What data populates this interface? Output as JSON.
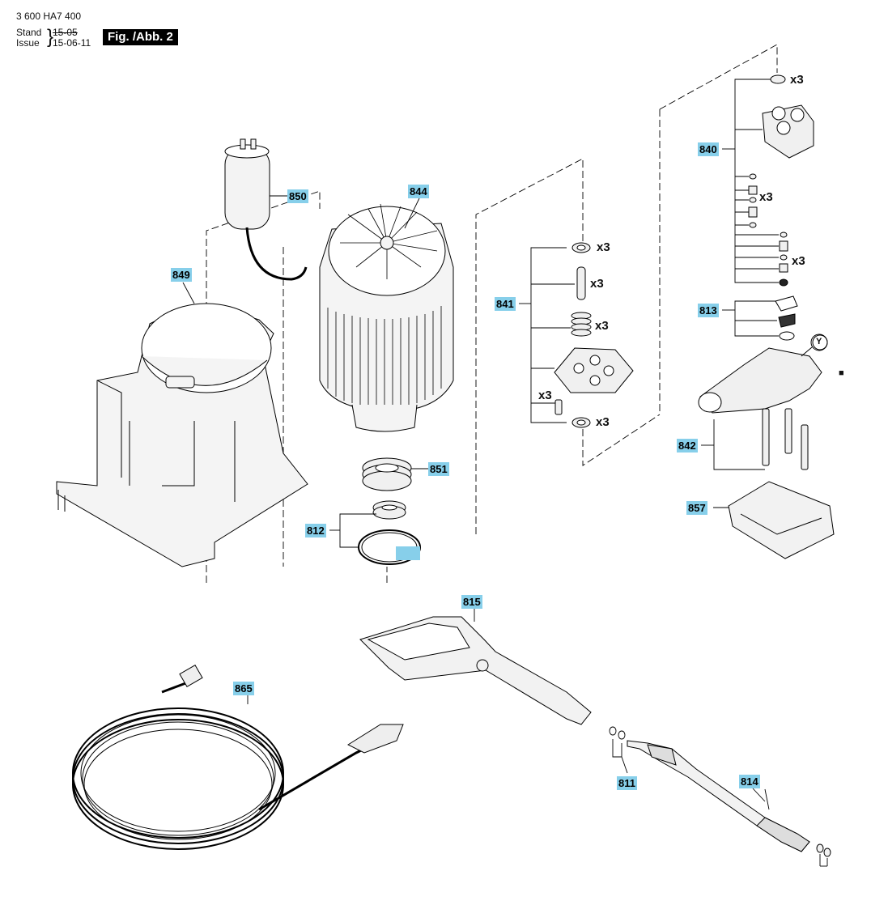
{
  "header": {
    "part_number": "3 600 HA7 400",
    "stand_label": "Stand",
    "issue_label": "Issue",
    "stand_value": "15-05",
    "issue_value": "15-06-11",
    "figure_label": "Fig. /Abb. 2"
  },
  "callouts": {
    "c850": "850",
    "c844": "844",
    "c849": "849",
    "c851": "851",
    "c812": "812",
    "c841": "841",
    "c840": "840",
    "c813": "813",
    "c842": "842",
    "c857": "857",
    "c815": "815",
    "c865": "865",
    "c811": "811",
    "c814": "814",
    "c_blank": ""
  },
  "quantities": {
    "q840_top": "x3",
    "q840_mid": "x3",
    "q840_low": "x3",
    "q841_top": "x3",
    "q841_pin": "x3",
    "q841_spring": "x3",
    "q841_screw": "x3",
    "q841_bottom": "x3"
  },
  "markers": {
    "y_label": "Y",
    "square_marker": "■"
  },
  "colors": {
    "callout_fill": "#87cfea",
    "line": "#000000",
    "part_fill": "#f2f2f2"
  }
}
